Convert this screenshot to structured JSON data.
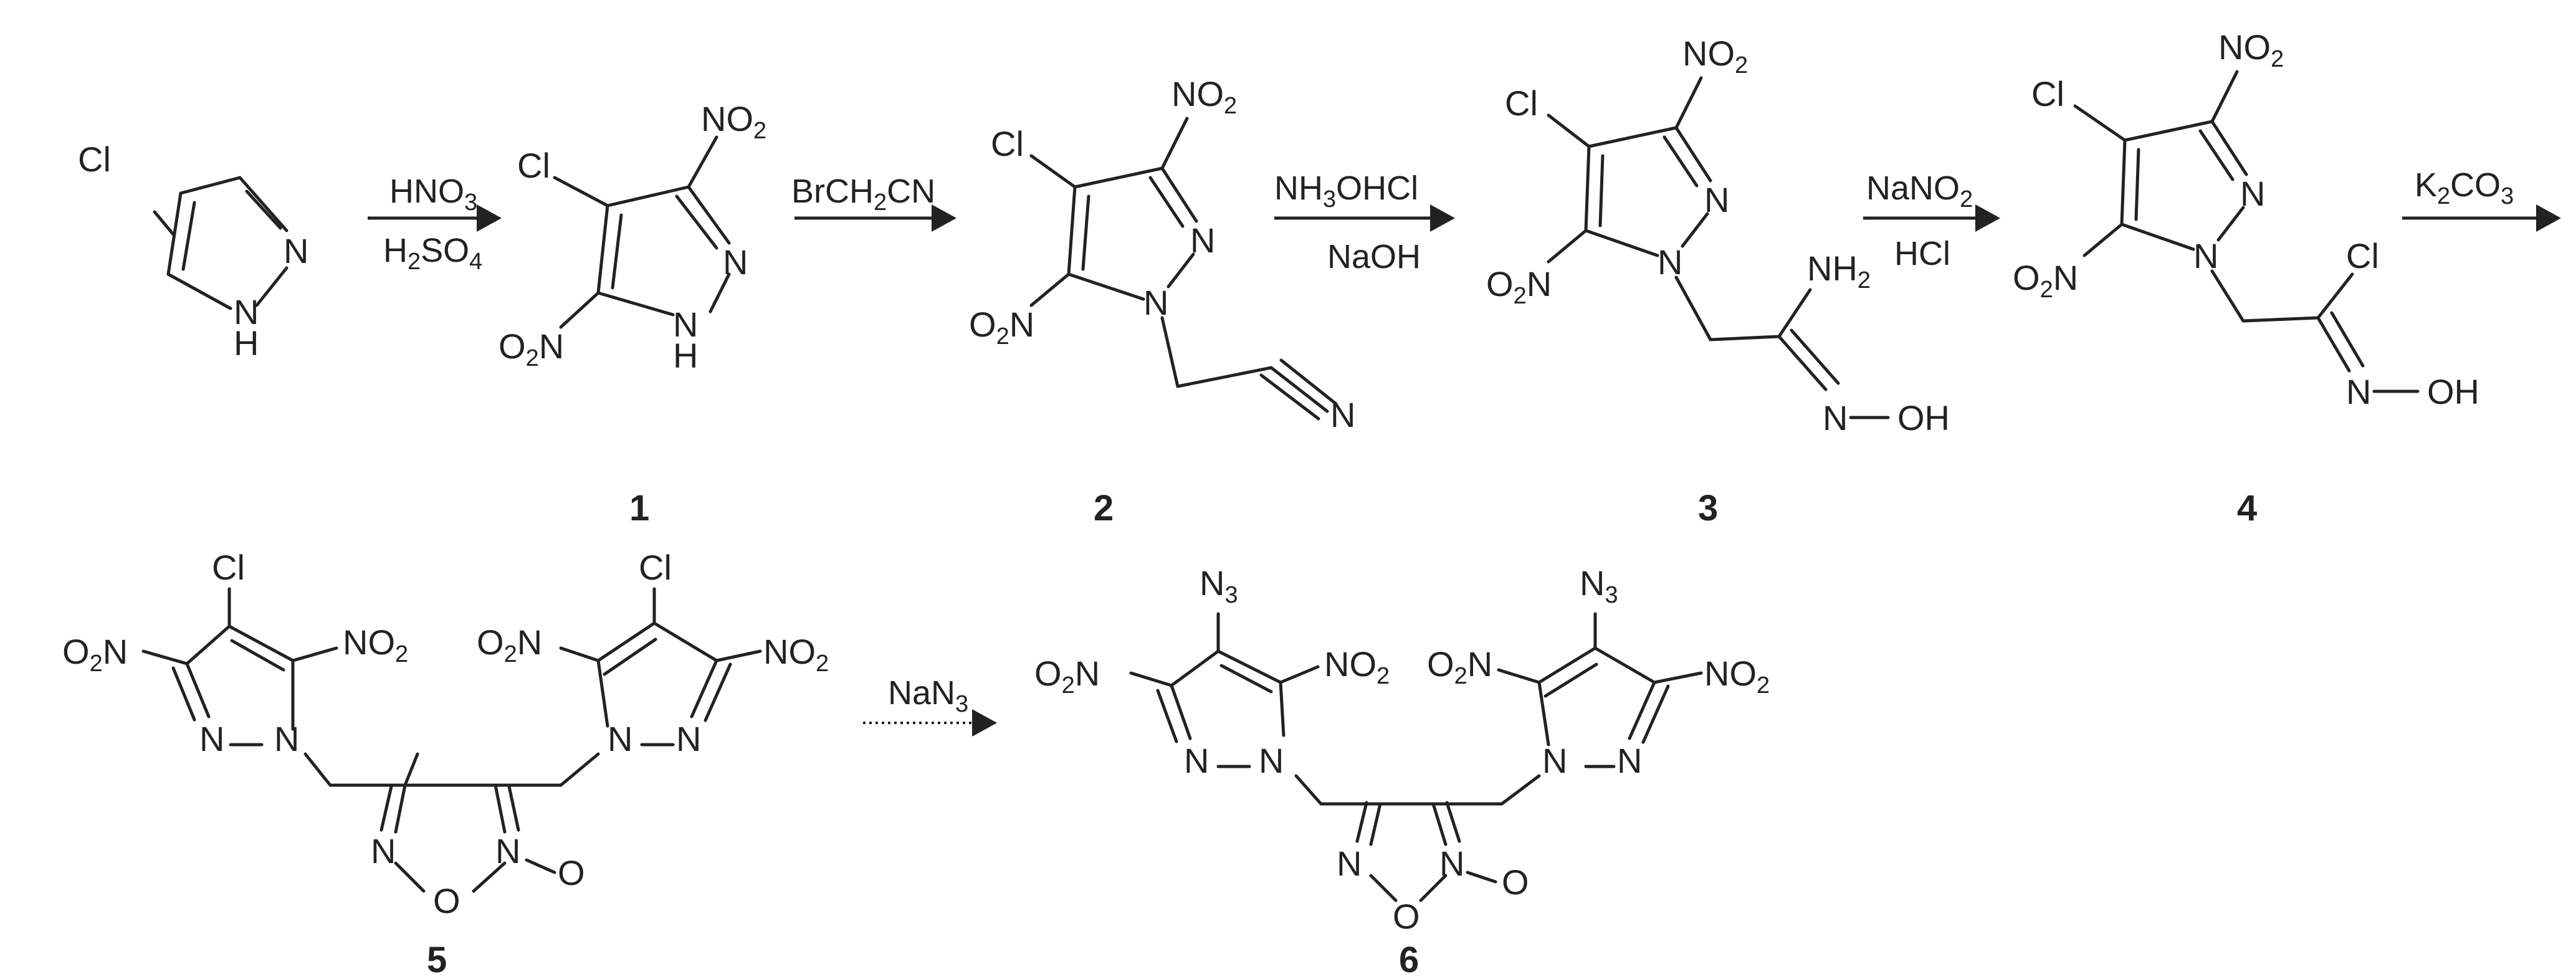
{
  "atoms": {
    "Cl": "Cl",
    "N": "N",
    "NH": "N",
    "H": "H",
    "O": "O",
    "N3": "N",
    "N3_sub": "3",
    "NO2_N": "NO",
    "NO2_sub": "2",
    "O2N_O": "O",
    "O2N_sub": "2",
    "O2N_N": "N",
    "NH2_N": "NH",
    "NH2_sub": "2",
    "OH": "OH",
    "dash": "—"
  },
  "compounds": {
    "c1": "1",
    "c2": "2",
    "c3": "3",
    "c4": "4",
    "c5": "5",
    "c6": "6"
  },
  "reagents": {
    "r1_top": {
      "main": "HNO",
      "sub": "3"
    },
    "r1_bot": {
      "main": "H",
      "sub1": "2",
      "mid": "SO",
      "sub2": "4"
    },
    "r2_top": {
      "pre": "BrCH",
      "sub": "2",
      "post": "CN"
    },
    "r3_top": {
      "pre": "NH",
      "sub": "3",
      "post": "OHCl"
    },
    "r3_bot": "NaOH",
    "r4_top": {
      "main": "NaNO",
      "sub": "2"
    },
    "r4_bot": "HCl",
    "r5_top": {
      "pre": "K",
      "sub1": "2",
      "mid": "CO",
      "sub2": "3"
    },
    "r6_top": {
      "main": "NaN",
      "sub": "3"
    }
  }
}
